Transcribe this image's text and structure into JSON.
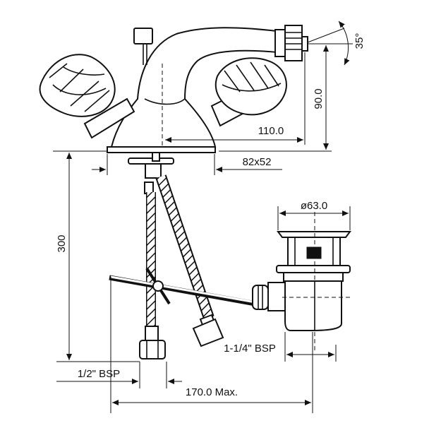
{
  "dimensions": {
    "spout_angle": "35°",
    "spout_height": "90.0",
    "spout_reach": "110.0",
    "base_size": "82x52",
    "hose_length": "300",
    "waste_diameter": "ø63.0",
    "waste_thread": "1-1/4\" BSP",
    "inlet_thread": "1/2\" BSP",
    "max_width": "170.0 Max."
  },
  "colors": {
    "line": "#111111",
    "background": "#ffffff"
  }
}
